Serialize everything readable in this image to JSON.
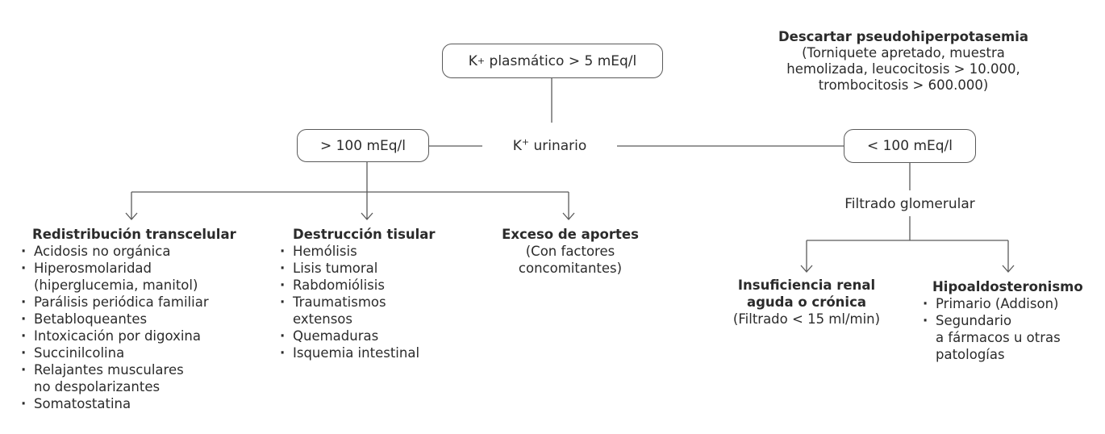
{
  "root": {
    "k": "K",
    "sup": "+",
    "rest": " plasmático > 5 mEq/l"
  },
  "note": {
    "title": "Descartar pseudohiperpotasemia",
    "lines": [
      "(Torniquete apretado, muestra",
      "hemolizada, leucocitosis > 10.000,",
      "trombocitosis > 600.000)"
    ]
  },
  "urinary": {
    "k": "K",
    "sup": "+",
    "rest": " urinario"
  },
  "high": "> 100 mEq/l",
  "low": "< 100 mEq/l",
  "gfr": "Filtrado glomerular",
  "redistribution": {
    "title": "Redistribución transcelular",
    "items": [
      "Acidosis no orgánica",
      "Hiperosmolaridad\n(hiperglucemia, manitol)",
      "Parálisis periódica familiar",
      "Betabloqueantes",
      "Intoxicación por digoxina",
      "Succinilcolina",
      "Relajantes musculares\nno despolarizantes",
      "Somatostatina"
    ]
  },
  "destruction": {
    "title": "Destrucción tisular",
    "items": [
      "Hemólisis",
      "Lisis tumoral",
      "Rabdomiólisis",
      "Traumatismos\nextensos",
      "Quemaduras",
      "Isquemia intestinal"
    ]
  },
  "excess": {
    "title": "Exceso de aportes",
    "lines": [
      "(Con factores",
      "concomitantes)"
    ]
  },
  "renal": {
    "title_lines": [
      "Insuficiencia renal",
      "aguda o crónica"
    ],
    "sub": "(Filtrado < 15 ml/min)"
  },
  "hypoaldo": {
    "title": "Hipoaldosteronismo",
    "items": [
      "Primario (Addison)",
      "Segundario\na fármacos u otras\npatologías"
    ]
  }
}
